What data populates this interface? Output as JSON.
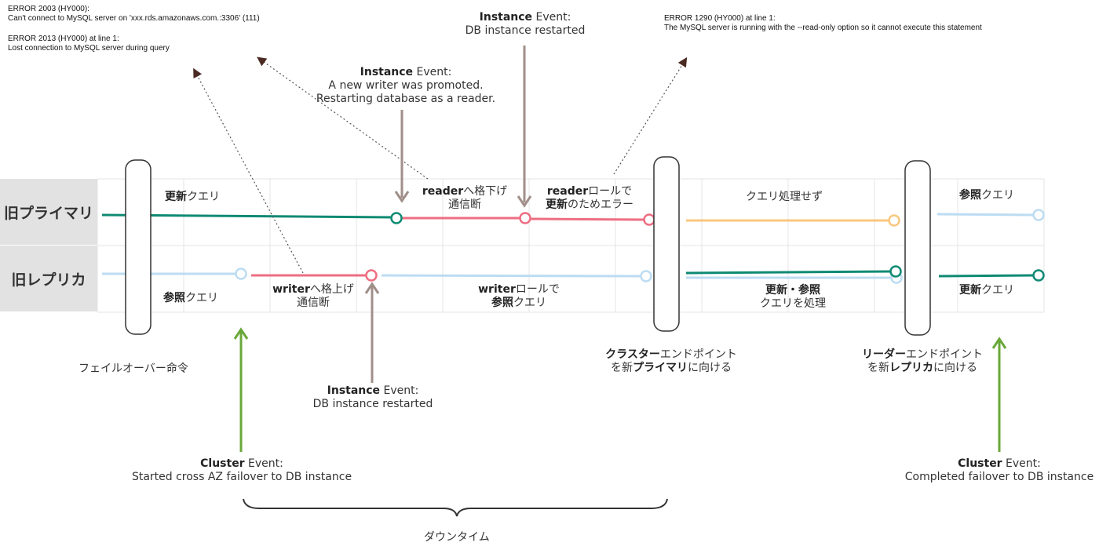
{
  "rows": {
    "primary_label": "旧プライマリ",
    "replica_label": "旧レプリカ"
  },
  "errors": {
    "e2003_title": "ERROR 2003 (HY000):",
    "e2003_text": "Can't connect to MySQL server on 'xxx.rds.amazonaws.com.:3306' (111)",
    "e2013_title": "ERROR 2013 (HY000) at line 1:",
    "e2013_text": "Lost connection to MySQL server during query",
    "e1290_title": "ERROR 1290 (HY000) at line 1:",
    "e1290_text": "The MySQL server is running with the --read-only option so it cannot execute this statement"
  },
  "events": {
    "instance_event_bold": "Instance",
    "cluster_event_bold": "Cluster",
    "event_suffix": " Event:",
    "db_restarted": "DB instance restarted",
    "writer_promoted_1": "A new writer was promoted.",
    "writer_promoted_2": "Restarting database as a reader.",
    "cross_az": "Started cross AZ failover to DB instance",
    "completed": "Completed failover to DB instance"
  },
  "labels": {
    "update_bold": "更新",
    "query": "クエリ",
    "ref_bold": "参照",
    "reader": "reader",
    "demote": "へ格下げ",
    "conn_lost": "通信断",
    "reader_role": "ロールで",
    "update_error": "のためエラー",
    "no_processing": "クエリ処理せず",
    "writer": "writer",
    "promote": "へ格上げ",
    "writer_role": "ロールで",
    "update_ref_bold": "更新・参照",
    "process_query": "クエリを処理",
    "failover_cmd": "フェイルオーバー命令",
    "cluster_ep_bold": "クラスター",
    "endpoint": "エンドポイント",
    "to_new": "を新",
    "primary_bold": "プライマリ",
    "reader_ep_bold": "リーダー",
    "replica_bold": "レプリカ",
    "ni_mukeru": "に向ける",
    "downtime": "ダウンタイム"
  },
  "colors": {
    "teal": "#0f8a73",
    "pink": "#ee6e82",
    "light_blue": "#bcdcf2",
    "orange": "#f8c87f",
    "brown": "#a08e88",
    "green": "#6aa83a",
    "dotted": "#555555"
  }
}
